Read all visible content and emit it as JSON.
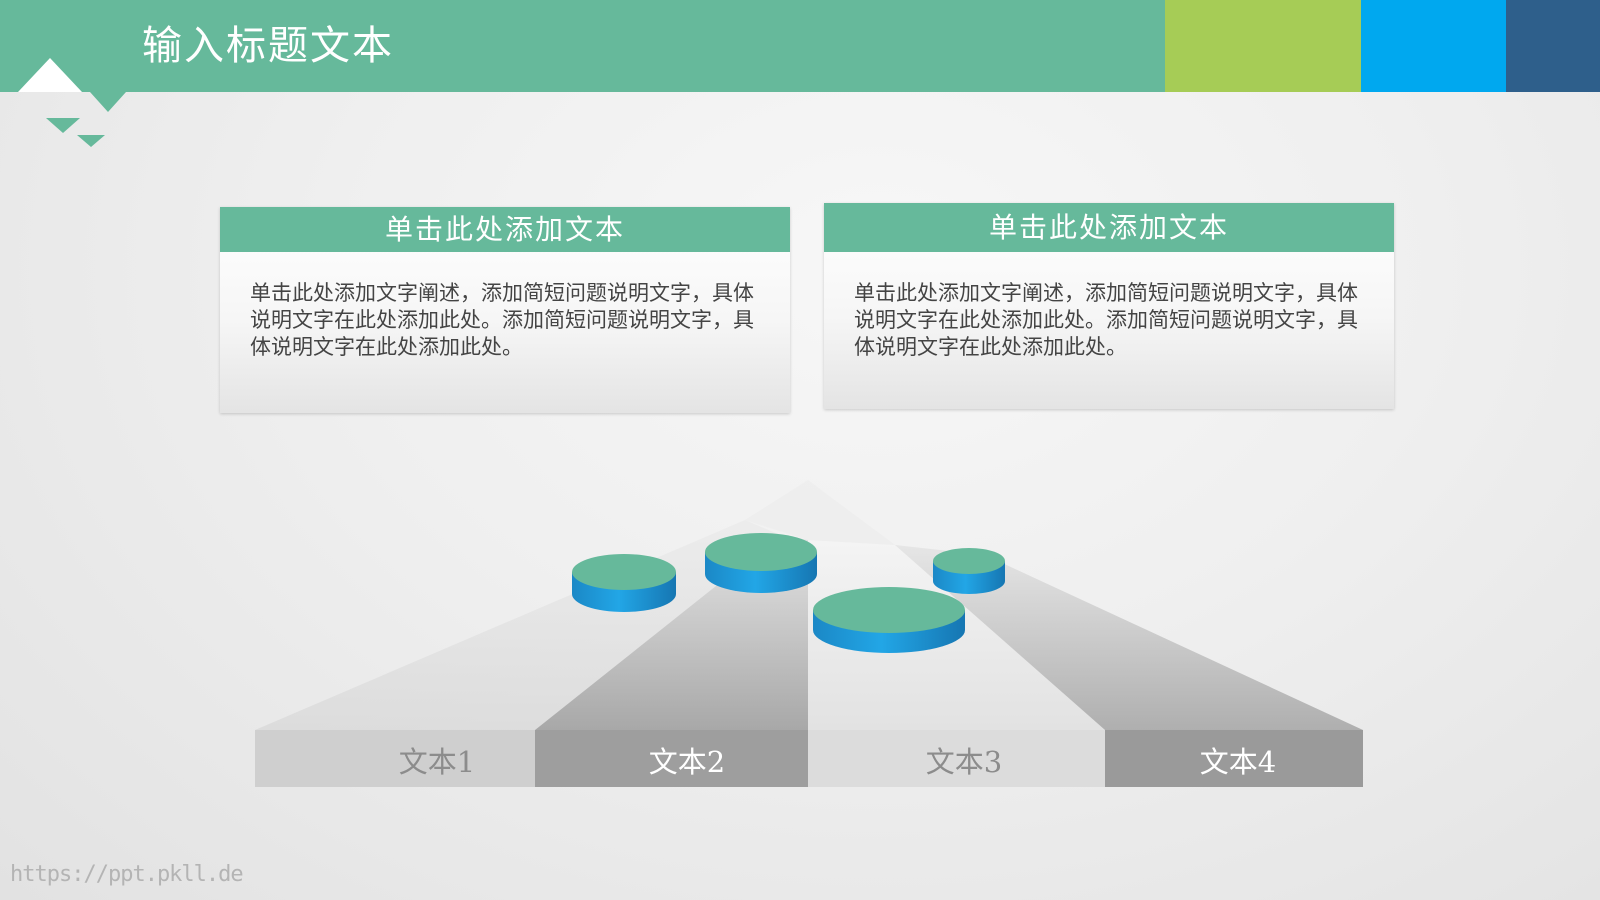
{
  "slide": {
    "title": "输入标题文本"
  },
  "colors": {
    "primary": "#66b99b",
    "accent_green": "#a6cc56",
    "accent_blue": "#00a8ef",
    "accent_navy": "#2e5f8b",
    "disc_top": "#66b99b",
    "disc_side": "#1990d0"
  },
  "cards": [
    {
      "heading": "单击此处添加文本",
      "body": "单击此处添加文字阐述，添加简短问题说明文字，具体说明文字在此处添加此处。添加简短问题说明文字，具体说明文字在此处添加此处。"
    },
    {
      "heading": "单击此处添加文本",
      "body": "单击此处添加文字阐述，添加简短问题说明文字，具体说明文字在此处添加此处。添加简短问题说明文字，具体说明文字在此处添加此处。"
    }
  ],
  "steps": [
    {
      "label": "文本1"
    },
    {
      "label": "文本2"
    },
    {
      "label": "文本3"
    },
    {
      "label": "文本4"
    }
  ],
  "watermark": "https://ppt.pkll.de"
}
